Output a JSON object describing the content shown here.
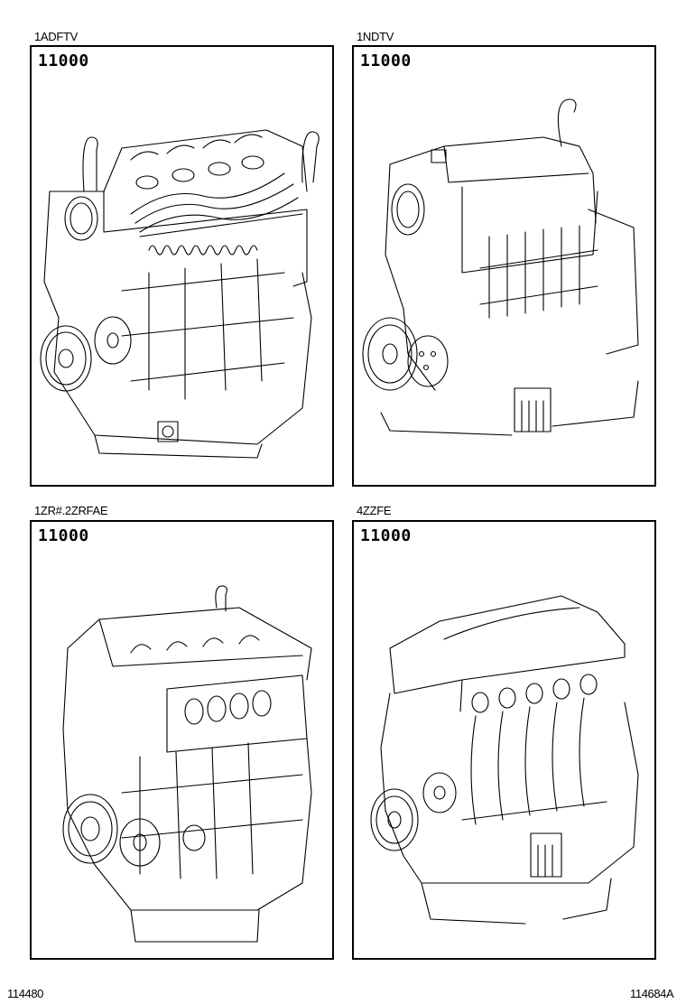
{
  "panels": [
    {
      "engine_code": "1ADFTV",
      "part_number": "11000",
      "illustration": "engine-assembly-diesel-1adftv"
    },
    {
      "engine_code": "1NDTV",
      "part_number": "11000",
      "illustration": "engine-assembly-diesel-1ndtv"
    },
    {
      "engine_code": "1ZR#.2ZRFAE",
      "part_number": "11000",
      "illustration": "engine-assembly-petrol-1zr-2zr"
    },
    {
      "engine_code": "4ZZFE",
      "part_number": "11000",
      "illustration": "engine-assembly-petrol-4zzfe"
    }
  ],
  "footer": {
    "left_code": "114480",
    "right_code": "114684A"
  }
}
